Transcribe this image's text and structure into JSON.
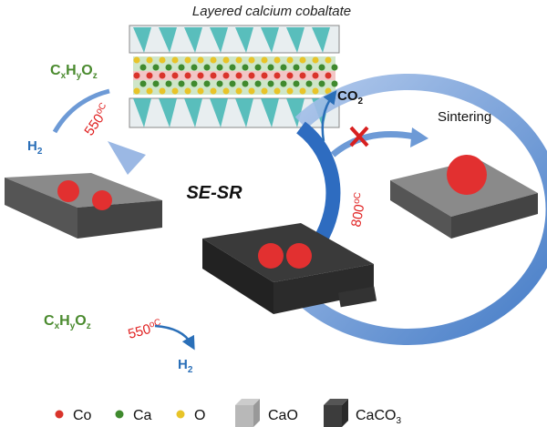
{
  "title": "Layered calcium cobaltate",
  "center_label": "SE-SR",
  "feed_top": {
    "parts": [
      "C",
      "x",
      "H",
      "y",
      "O",
      "z"
    ]
  },
  "feed_bottom": {
    "parts": [
      "C",
      "x",
      "H",
      "y",
      "O",
      "z"
    ]
  },
  "temp_top": {
    "value": "550",
    "unit": "oC"
  },
  "temp_bottom": {
    "value": "550",
    "unit": "oC"
  },
  "temp_regen": {
    "value": "800",
    "unit": "oC"
  },
  "h2_top": {
    "main": "H",
    "sub": "2"
  },
  "h2_bottom": {
    "main": "H",
    "sub": "2"
  },
  "co2": {
    "main": "CO",
    "sub": "2"
  },
  "sintering": "Sintering",
  "colors": {
    "green": "#4a8a2e",
    "red": "#e02020",
    "blue": "#2a6fb8",
    "arrow": "#6d9ad6",
    "co": "#d9342b",
    "ca": "#3f8a2e",
    "o": "#e8c428",
    "cao": "#b8b8b8",
    "caco3": "#3c3c3c"
  },
  "legend": [
    {
      "label": "Co",
      "kind": "atom",
      "color": "#d9342b"
    },
    {
      "label": "Ca",
      "kind": "atom",
      "color": "#3f8a2e"
    },
    {
      "label": "O",
      "kind": "atom",
      "color": "#e8c428"
    },
    {
      "label": "CaO",
      "kind": "block",
      "color": "#b8b8b8"
    },
    {
      "label": "CaCO",
      "sub": "3",
      "kind": "block",
      "color": "#3c3c3c"
    }
  ]
}
